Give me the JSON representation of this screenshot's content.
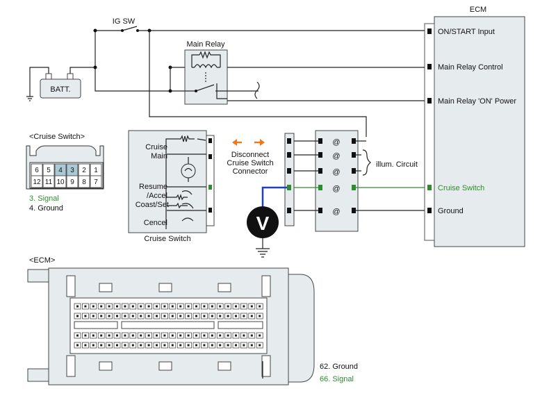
{
  "title": "ECM",
  "ig_sw": "IG SW",
  "batt": "BATT.",
  "main_relay": "Main Relay",
  "ecm_pins": [
    {
      "label": "ON/START Input",
      "highlight": false
    },
    {
      "label": "Main Relay Control",
      "highlight": false
    },
    {
      "label": "Main Relay 'ON' Power",
      "highlight": false
    },
    {
      "label": "Cruise Switch",
      "highlight": true
    },
    {
      "label": "Ground",
      "highlight": false
    }
  ],
  "cruise_switch": {
    "title": "<Cruise Switch>",
    "caption": "Cruise Switch",
    "main_label_1": "Cruise",
    "main_label_2": "Main",
    "resume_1": "Resume",
    "resume_2": "/Accel",
    "coast": "Coast/Set",
    "cancel": "Cencel",
    "pins_top": [
      "6",
      "5",
      "4",
      "3",
      "2",
      "1"
    ],
    "pins_bottom": [
      "12",
      "11",
      "10",
      "9",
      "8",
      "7"
    ],
    "highlight_pins": [
      "4",
      "3"
    ],
    "notes": [
      {
        "text": "3. Signal",
        "color": "#2e8b2e"
      },
      {
        "text": "4. Ground",
        "color": "#111111"
      }
    ]
  },
  "connector_note": {
    "line1": "Disconnect",
    "line2": "Cruise Switch",
    "line3": "Connector"
  },
  "illum": "illum. Circuit",
  "meter_symbol": "V",
  "ecm_section": {
    "title": "<ECM>",
    "notes": [
      {
        "text": "62. Ground",
        "color": "#111111"
      },
      {
        "text": "66. Signal",
        "color": "#2e8b2e"
      }
    ]
  },
  "colors": {
    "signal": "#2e8b2e",
    "meter_wire": "#1a3fd6",
    "arrow": "#f07818",
    "box_fill": "#e6ebed"
  }
}
